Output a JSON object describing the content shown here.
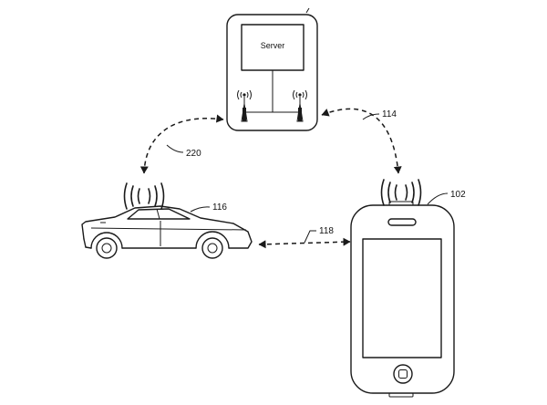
{
  "server": {
    "label": "Server"
  },
  "references": {
    "link_server_phone": "114",
    "link_server_car": "220",
    "car": "116",
    "link_car_phone": "118",
    "phone": "102"
  }
}
